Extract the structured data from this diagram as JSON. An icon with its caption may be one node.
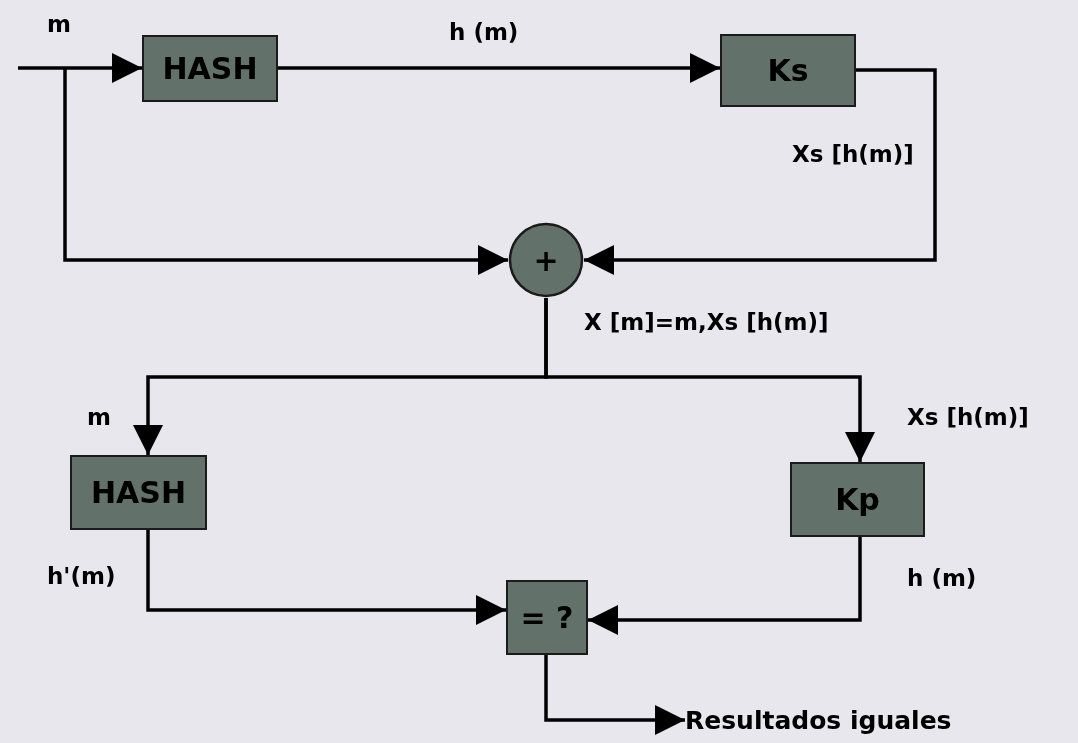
{
  "diagram": {
    "nodes": [
      {
        "text": [
          "HASH"
        ]
      },
      {
        "text": [
          "Ks"
        ]
      },
      {
        "text": [
          "+"
        ]
      },
      {
        "text": [
          "HASH"
        ]
      },
      {
        "text": [
          "Kp"
        ]
      },
      {
        "text": [
          "= ?"
        ]
      },
      {
        "text": [
          "Resultados iguales"
        ]
      }
    ],
    "edges": [
      {
        "from": null,
        "to": 0,
        "arrow": "to",
        "label": "m"
      },
      {
        "from": 0,
        "to": 1,
        "arrow": "to",
        "label": "h (m)"
      },
      {
        "from": 1,
        "to": 2,
        "arrow": "to",
        "label": "Xs [h(m)]"
      },
      {
        "from": null,
        "to": 2,
        "arrow": "to"
      },
      {
        "from": 2,
        "to": 3,
        "arrow": "to",
        "label": "m"
      },
      {
        "from": 2,
        "to": 4,
        "arrow": "to",
        "label": "Xs [h(m)]"
      },
      {
        "from": 3,
        "to": 5,
        "arrow": "to",
        "label": "h'(m)"
      },
      {
        "from": 4,
        "to": 5,
        "arrow": "to",
        "label": "h (m)"
      },
      {
        "from": 5,
        "to": 6,
        "arrow": "to"
      }
    ],
    "labels": [
      "X [m]=m,Xs [h(m)]"
    ]
  }
}
